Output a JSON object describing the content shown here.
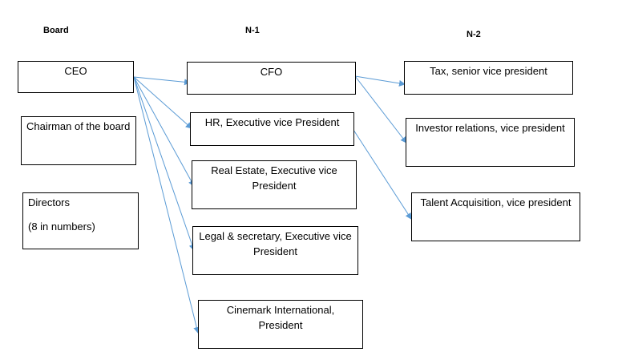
{
  "headers": {
    "board": "Board",
    "n1": "N-1",
    "n2": "N-2"
  },
  "board_column": {
    "ceo": "CEO",
    "chairman": "Chairman of the board",
    "directors_line1": "Directors",
    "directors_line2": "(8 in numbers)"
  },
  "n1_column": {
    "cfo": "CFO",
    "hr": "HR, Executive vice President",
    "real_estate": "Real Estate, Executive vice President",
    "legal": "Legal & secretary, Executive vice President",
    "cinemark": "Cinemark International, President"
  },
  "n2_column": {
    "tax": "Tax, senior vice president",
    "investor": "Investor relations, vice president",
    "talent": "Talent Acquisition, vice president"
  },
  "colors": {
    "arrow": "#5b9bd5",
    "border": "#000000"
  }
}
